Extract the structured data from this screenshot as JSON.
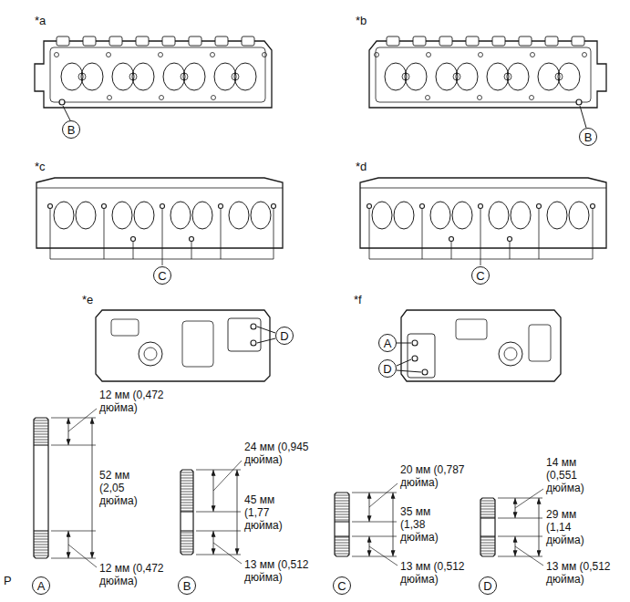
{
  "diagram": {
    "nodes": [
      {
        "text": [
          "B"
        ]
      },
      {
        "text": [
          "B"
        ]
      },
      {
        "text": [
          "C"
        ]
      },
      {
        "text": [
          "C"
        ]
      },
      {
        "text": [
          "D"
        ]
      },
      {
        "text": [
          "A"
        ]
      },
      {
        "text": [
          "D"
        ]
      },
      {
        "text": [
          "A"
        ]
      },
      {
        "text": [
          "B"
        ]
      },
      {
        "text": [
          "C"
        ]
      },
      {
        "text": [
          "D"
        ]
      }
    ],
    "labels": [
      "*a",
      "*b",
      "*c",
      "*d",
      "*e",
      "*f",
      "12 мм (0,472 дюйма)",
      "52 мм (2,05 дюйма)",
      "12 мм (0,472 дюйма)",
      "24 мм (0,945 дюйма)",
      "45 мм (1,77 дюйма)",
      "13 мм (0,512 дюйма)",
      "20 мм (0,787 дюйма)",
      "35 мм (1,38 дюйма)",
      "13 мм (0,512 дюйма)",
      "14 мм (0,551 дюйма)",
      "29 мм (1,14 дюйма)",
      "13 мм (0,512 дюйма)",
      "P"
    ]
  }
}
